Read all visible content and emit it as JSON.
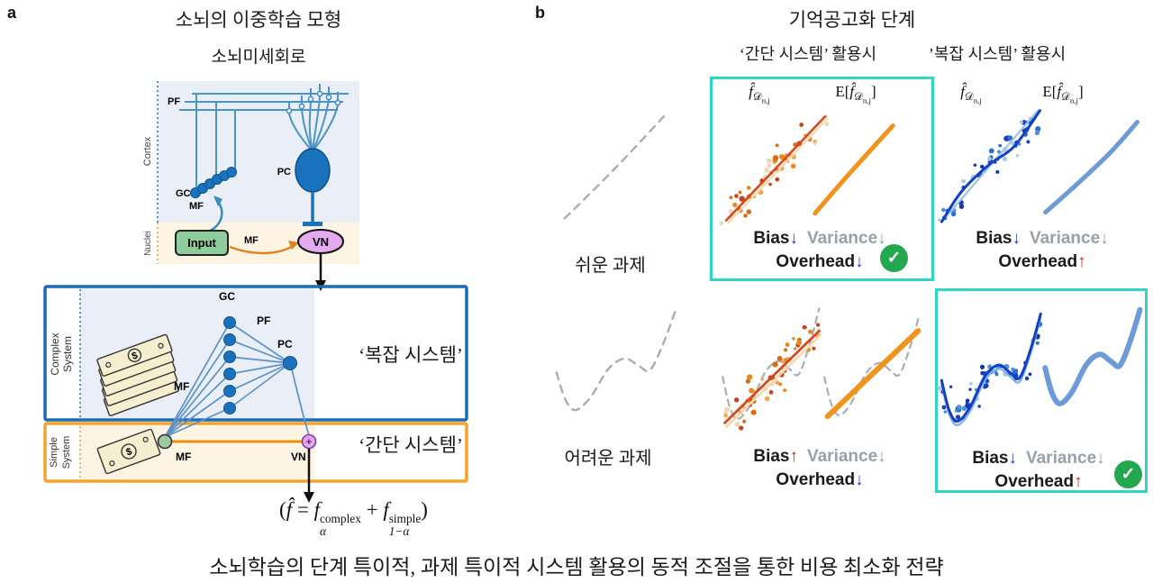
{
  "colors": {
    "teal_box": "#2fd6c4",
    "complex_border": "#1b6cb4",
    "simple_border": "#f2a42c",
    "circuit_line": "#4a94c8",
    "node_blue": "#1b72bc",
    "cortex_bg": "#e9eef7",
    "nuclei_bg": "#fdf4e4",
    "input_green": "#8ecb9d",
    "vn_purple": "#e3aaf0",
    "orange_line": "#f0941c",
    "fit_red": "#d6491c",
    "fit_cream": "#f6d9ae",
    "fit_blue_dark": "#1440c8",
    "fit_blue_light": "#6d9bd8",
    "dash_gray": "#a9aeb6",
    "arrow_blue": "#2243cb",
    "arrow_red": "#d42313",
    "check_green": "#23a850"
  },
  "panel_a": {
    "label": "a",
    "title": "소뇌의 이중학습 모형",
    "subtitle": "소뇌미세회로",
    "circuit": {
      "cortex": "Cortex",
      "nuclei": "Nuclei",
      "pf": "PF",
      "gc": "GC",
      "mf_cortex": "MF",
      "pc": "PC",
      "input": "Input",
      "mf_nuclei": "MF",
      "vn": "VN"
    },
    "complex_box": {
      "side1": "Complex",
      "side2": "System",
      "gc": "GC",
      "pf": "PF",
      "pc": "PC",
      "mf": "MF",
      "money_symbol": "$",
      "name": "‘복잡 시스템’"
    },
    "simple_box": {
      "side1": "Simple",
      "side2": "System",
      "mf": "MF",
      "vn": "VN",
      "plus": "+",
      "money_symbol": "$",
      "name": "‘간단 시스템’"
    },
    "formula": {
      "open": "(",
      "fhat": "f̂",
      "eq": "=",
      "f1": "f",
      "sup1": "complex",
      "sub1": "α",
      "plus": "+",
      "f2": "f",
      "sup2": "simple",
      "sub2": "1−α",
      "close": ")"
    }
  },
  "panel_b": {
    "label": "b",
    "title": "기억공고화 단계",
    "col_headers": [
      "‘간단 시스템’ 활용시",
      "’복잡 시스템’ 활용시"
    ],
    "row_labels": [
      "쉬운 과제",
      "어려운 과제"
    ],
    "math": {
      "fhat": "f̂",
      "d": "𝒟",
      "nj": "n,j",
      "e_open": "E[",
      "e_close": "]"
    },
    "stats": [
      {
        "bias": "Bias",
        "bias_arrow": "↓",
        "bias_cls": "c-blue",
        "variance": "Variance",
        "var_arrow": "↓",
        "overhead": "Overhead",
        "over_arrow": "↓",
        "over_cls": "c-blue",
        "check": true
      },
      {
        "bias": "Bias",
        "bias_arrow": "↓",
        "bias_cls": "c-blue",
        "variance": "Variance",
        "var_arrow": "↓",
        "overhead": "Overhead",
        "over_arrow": "↑",
        "over_cls": "c-red",
        "check": false
      },
      {
        "bias": "Bias",
        "bias_arrow": "↑",
        "bias_cls": "c-red",
        "variance": "Variance",
        "var_arrow": "↓",
        "overhead": "Overhead",
        "over_arrow": "↓",
        "over_cls": "c-blue",
        "check": false
      },
      {
        "bias": "Bias",
        "bias_arrow": "↓",
        "bias_cls": "c-blue",
        "variance": "Variance",
        "var_arrow": "↓",
        "overhead": "Overhead",
        "over_arrow": "↑",
        "over_cls": "c-red",
        "check": true
      }
    ],
    "check_icon": "✓"
  },
  "caption": "소뇌학습의 단계 특이적, 과제 특이적 시스템 활용의 동적 조절을 통한 비용 최소화 전략",
  "trends": {
    "easy_lin": [
      [
        0.05,
        0.95
      ],
      [
        0.5,
        0.5
      ],
      [
        0.95,
        0.05
      ]
    ],
    "easy_task": [
      [
        0.04,
        0.97
      ],
      [
        0.3,
        0.72
      ],
      [
        0.6,
        0.42
      ],
      [
        0.96,
        0.04
      ]
    ],
    "easy_curve": [
      [
        0.05,
        0.96
      ],
      [
        0.45,
        0.55
      ],
      [
        0.95,
        0.06
      ]
    ],
    "easy_s_blue": [
      [
        0.03,
        0.97
      ],
      [
        0.22,
        0.72
      ],
      [
        0.48,
        0.5
      ],
      [
        0.72,
        0.35
      ],
      [
        0.97,
        0.05
      ]
    ],
    "easy_e_blue": [
      [
        0.05,
        0.96
      ],
      [
        0.38,
        0.66
      ],
      [
        0.7,
        0.35
      ],
      [
        0.96,
        0.05
      ]
    ],
    "hard_wavy": [
      [
        0.02,
        0.55
      ],
      [
        0.09,
        0.78
      ],
      [
        0.17,
        0.87
      ],
      [
        0.29,
        0.76
      ],
      [
        0.43,
        0.52
      ],
      [
        0.56,
        0.43
      ],
      [
        0.67,
        0.49
      ],
      [
        0.76,
        0.53
      ],
      [
        0.86,
        0.32
      ],
      [
        0.96,
        0.03
      ]
    ],
    "hard_lin": [
      [
        0.04,
        0.9
      ],
      [
        0.96,
        0.2
      ]
    ],
    "hard_e_lin": [
      [
        0.05,
        0.88
      ],
      [
        0.95,
        0.16
      ]
    ]
  },
  "plots": {
    "p_task_easy": [
      {
        "t": "line",
        "trend": "easy_task",
        "color": "#a9aeb6",
        "sw": 2.4,
        "dash": "8,7"
      }
    ],
    "p_r1c1_f": [
      {
        "t": "scatter",
        "trend": "easy_lin",
        "n": 48,
        "seed": 11,
        "jitter": 0.09,
        "colors": [
          "#e8891d",
          "#c8431a",
          "#f2d4b6",
          "#f0a94e",
          "#d96b15"
        ]
      },
      {
        "t": "line",
        "trend": "easy_lin",
        "color": "#f6d9ae",
        "sw": 2.2,
        "shift": [
          0.02,
          0.02
        ]
      },
      {
        "t": "line",
        "trend": "easy_lin",
        "color": "#d6491c",
        "sw": 2.6
      }
    ],
    "p_r1c1_E": [
      {
        "t": "line",
        "trend": "easy_curve",
        "color": "#f0941c",
        "sw": 5
      }
    ],
    "p_r1c2_f": [
      {
        "t": "scatter",
        "trend": "easy_s_blue",
        "n": 50,
        "seed": 23,
        "jitter": 0.075,
        "colors": [
          "#1a3fc4",
          "#4f8fd8",
          "#a9cbe8",
          "#2a6fd0",
          "#123a9e"
        ]
      },
      {
        "t": "line",
        "trend": "easy_lin",
        "color": "#9cc3e8",
        "sw": 2.2
      },
      {
        "t": "line",
        "trend": "easy_s_blue",
        "color": "#1440c8",
        "sw": 3
      }
    ],
    "p_r1c2_E": [
      {
        "t": "line",
        "trend": "easy_e_blue",
        "color": "#6d9bd8",
        "sw": 5
      }
    ],
    "p_task_hard": [
      {
        "t": "line",
        "trend": "hard_wavy",
        "color": "#a9aeb6",
        "sw": 2.4,
        "dash": "8,7"
      }
    ],
    "p_r2c1_f": [
      {
        "t": "line",
        "trend": "hard_wavy",
        "color": "#a9aeb6",
        "sw": 2.2,
        "dash": "7,6"
      },
      {
        "t": "scatter",
        "trend": "hard_lin",
        "n": 55,
        "seed": 37,
        "jitter": 0.1,
        "colors": [
          "#e8891d",
          "#c8431a",
          "#f2d4b6",
          "#f0a94e",
          "#d96b15"
        ]
      },
      {
        "t": "line",
        "trend": "hard_lin",
        "color": "#f6d9ae",
        "sw": 2.6,
        "shift": [
          0.015,
          0.03
        ]
      },
      {
        "t": "line",
        "trend": "hard_lin",
        "color": "#d6491c",
        "sw": 2.8
      }
    ],
    "p_r2c1_E": [
      {
        "t": "line",
        "trend": "hard_wavy",
        "color": "#a9aeb6",
        "sw": 2.2,
        "dash": "7,6"
      },
      {
        "t": "line",
        "trend": "hard_e_lin",
        "color": "#f0941c",
        "sw": 6
      }
    ],
    "p_r2c2_f": [
      {
        "t": "scatter",
        "trend": "hard_wavy",
        "n": 55,
        "seed": 51,
        "jitter": 0.06,
        "colors": [
          "#1a3fc4",
          "#4f8fd8",
          "#a9cbe8",
          "#2a6fd0",
          "#123a9e"
        ]
      },
      {
        "t": "line",
        "trend": "hard_wavy",
        "color": "#7fb3e8",
        "sw": 2.4,
        "shift": [
          0.0,
          0.03
        ]
      },
      {
        "t": "line",
        "trend": "hard_wavy",
        "color": "#1440c8",
        "sw": 3
      }
    ],
    "p_r2c2_E": [
      {
        "t": "line",
        "trend": "hard_wavy",
        "color": "#6d9bd8",
        "sw": 6
      }
    ]
  }
}
